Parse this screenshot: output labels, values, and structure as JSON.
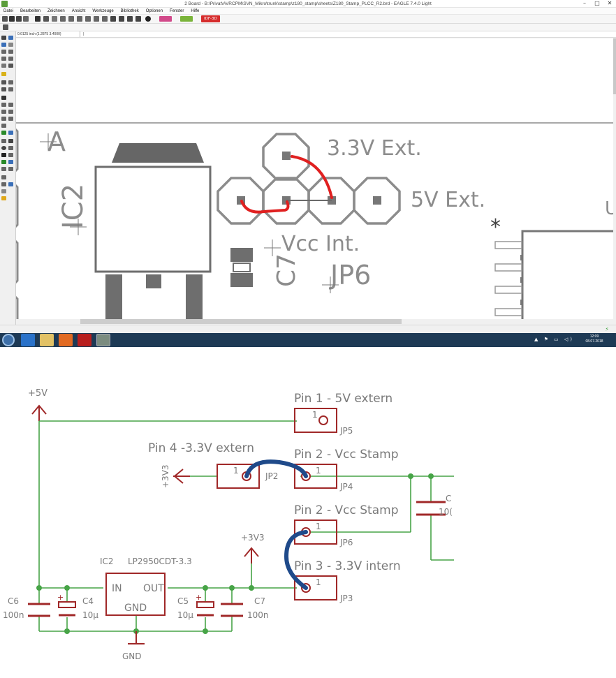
{
  "window": {
    "title": "2 Board - B:\\Privat\\AVRCPM\\SVN_Mikro\\trunk\\stamp\\z180_stamp\\sheets\\Z180_Stamp_PLCC_R2.brd - EAGLE 7.4.0 Light",
    "minimize": "–",
    "maximize": "□",
    "close": "✕"
  },
  "menu": [
    "Datei",
    "Bearbeiten",
    "Zeichnen",
    "Ansicht",
    "Werkzeuge",
    "Bibliothek",
    "Optionen",
    "Fenster",
    "Hilfe"
  ],
  "toolbar": {
    "idf_label": "IDF-3D"
  },
  "coord": {
    "value": "0.0125 inch (1.2875 3.4000)",
    "cmd_value": "|"
  },
  "board": {
    "label_a": "A",
    "ic2": "IC2",
    "c7": "C7",
    "jp6": "JP6",
    "ext33": "3.3V Ext.",
    "ext5": "5V Ext.",
    "vcc_int": "Vcc Int.",
    "star": "*",
    "u_partial": "U"
  },
  "taskbar": {
    "clock_time": "12:09",
    "clock_date": "08.07.2018",
    "tray_icons": "▲ ⚑ ▭ ◁)"
  },
  "schematic": {
    "supply_5v": "+5V",
    "supply_3v3_top": "+3V3",
    "supply_3v3_left": "+3V3",
    "gnd": "GND",
    "jp5_title": "Pin 1 - 5V extern",
    "jp5_name": "JP5",
    "jp5_pin": "1",
    "jp2_title": "Pin 4 -3.3V extern",
    "jp2_name": "JP2",
    "jp2_pin": "1",
    "jp4_title": "Pin 2 - Vcc Stamp",
    "jp4_name": "JP4",
    "jp4_pin": "1",
    "jp6_title": "Pin 2 - Vcc Stamp",
    "jp6_name": "JP6",
    "jp6_pin": "1",
    "jp3_title": "Pin 3 - 3.3V intern",
    "jp3_name": "JP3",
    "jp3_pin": "1",
    "ic2_name": "IC2",
    "ic2_value": "LP2950CDT-3.3",
    "ic2_in": "IN",
    "ic2_out": "OUT",
    "ic2_gnd": "GND",
    "c6_name": "C6",
    "c6_value": "100n",
    "c4_name": "C4",
    "c4_value": "10µ",
    "c5_name": "C5",
    "c5_value": "10µ",
    "c7_name": "C7",
    "c7_value": "100n",
    "cr_name_partial": "C",
    "cr_value_partial": "10("
  },
  "colors": {
    "wire": "#47a447",
    "symbol": "#a02828",
    "text": "#7a7a7a",
    "bridge_blue": "#1f4a8a",
    "pcb_outline": "#8c8c8c",
    "pcb_trace": "#e02020",
    "taskbar": "#1e3a55"
  }
}
